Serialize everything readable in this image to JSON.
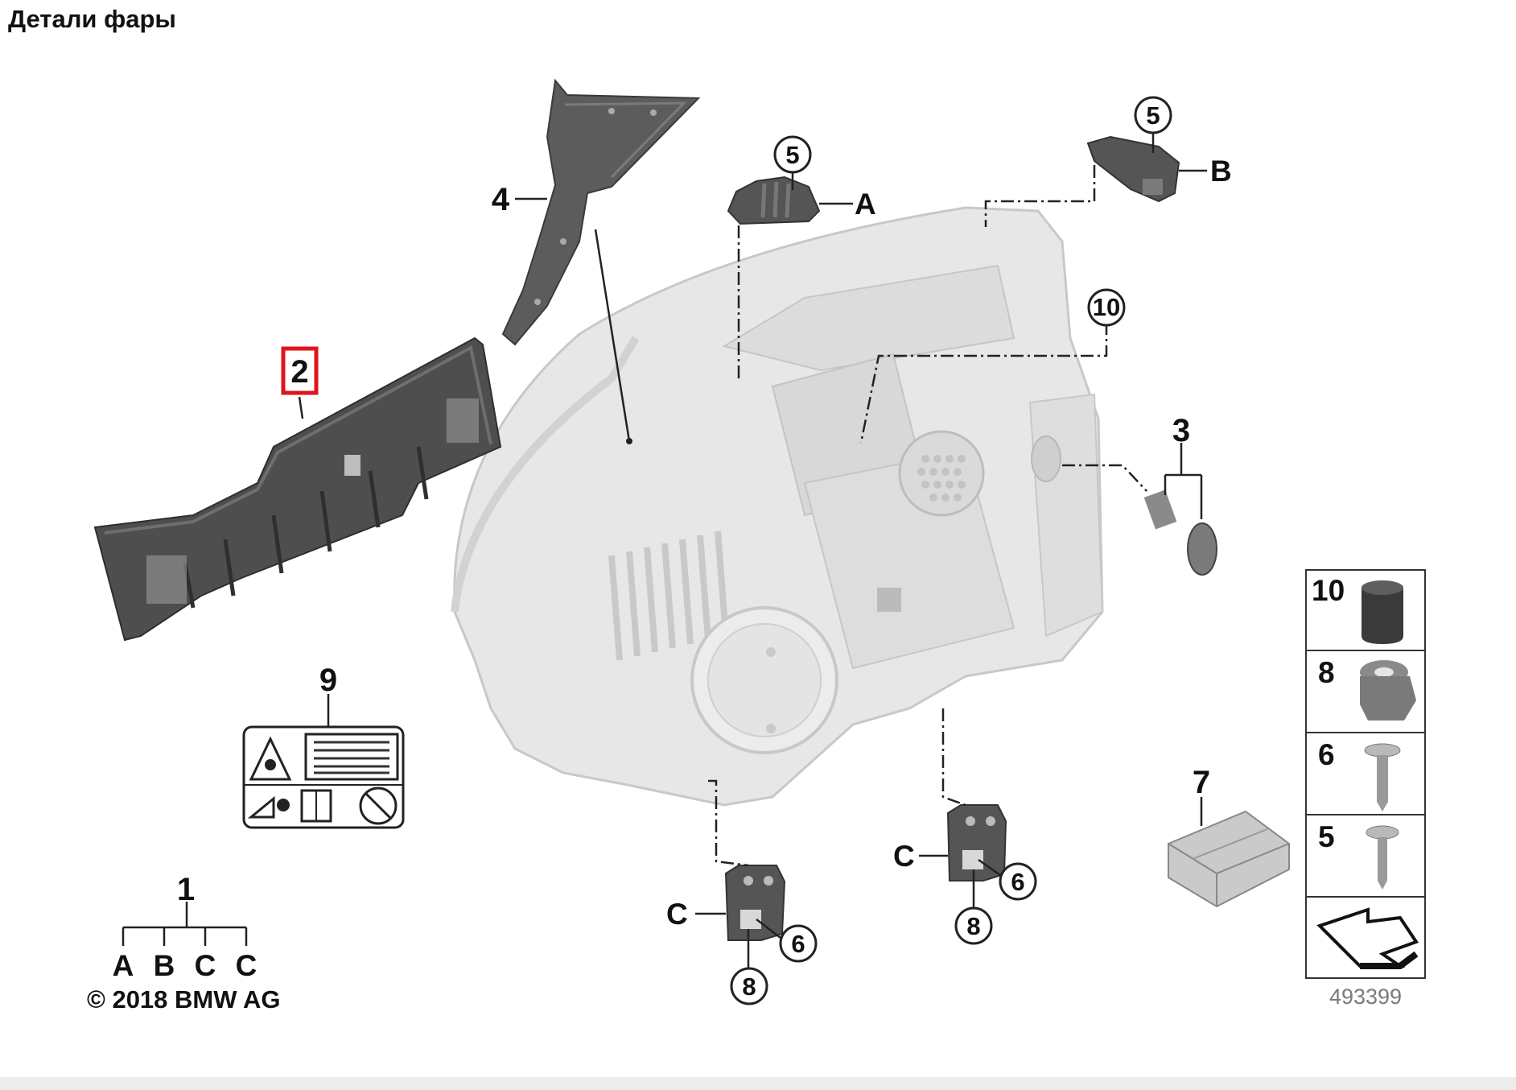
{
  "page": {
    "title": "Детали фары"
  },
  "diagram": {
    "part_labels": {
      "p1": "1",
      "p2": "2",
      "p3": "3",
      "p4": "4",
      "p7": "7",
      "p9": "9"
    },
    "callouts": {
      "c5a": "5",
      "c5b": "5",
      "c10": "10",
      "c6left": "6",
      "c8left": "8",
      "c6right": "6",
      "c8right": "8"
    },
    "connector_letters": {
      "a1": "A",
      "b1": "B",
      "cLeft": "C",
      "cRight": "C"
    },
    "set_breakdown": [
      "A",
      "B",
      "C",
      "C"
    ],
    "legend": {
      "items": [
        "10",
        "8",
        "6",
        "5"
      ]
    },
    "copyright": "© 2018 BMW AG",
    "ref_number": "493399",
    "highlight_color": "#e0141e"
  }
}
